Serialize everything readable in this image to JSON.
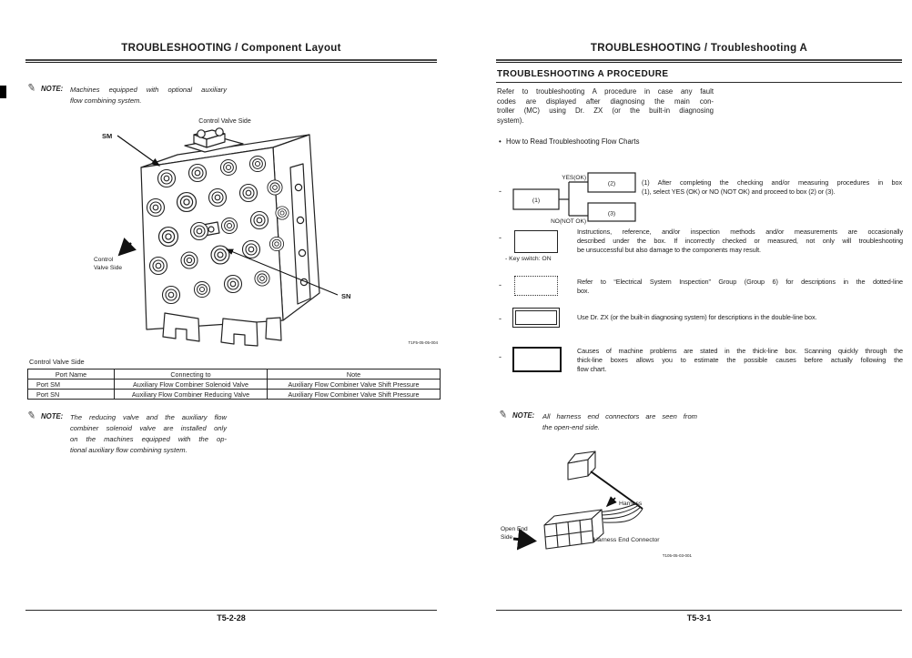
{
  "icons": {
    "note_pencil": "✎",
    "bullet": "•",
    "dash": "-"
  },
  "left_page": {
    "header_title": "TROUBLESHOOTING / Component Layout",
    "note_top": {
      "label": "NOTE:",
      "lines": [
        "Machines equipped with optional auxiliary",
        "flow combining system."
      ]
    },
    "diagram": {
      "top_label": "Control Valve Side",
      "port_sm_label": "SM",
      "side_label_line1": "Control",
      "side_label_line2": "Valve Side",
      "port_sn_label": "SN",
      "figure_code": "T1F5-05-05-004"
    },
    "table": {
      "caption": "Control Valve Side",
      "headers": [
        "Port Name",
        "Connecting to",
        "Note"
      ],
      "rows": [
        [
          "Port SM",
          "Auxiliary Flow Combiner Solenoid Valve",
          "Auxiliary Flow Combiner Valve Shift Pressure"
        ],
        [
          "Port SN",
          "Auxiliary Flow Combiner Reducing Valve",
          "Auxiliary Flow Combiner Valve Shift Pressure"
        ]
      ]
    },
    "note_bottom": {
      "label": "NOTE:",
      "lines": [
        "The reducing valve and the auxiliary flow",
        "combiner solenoid valve are installed only",
        "on the machines equipped with the op-",
        "tional auxiliary flow combining system."
      ]
    },
    "page_number": "T5-2-28"
  },
  "right_page": {
    "header_title": "TROUBLESHOOTING / Troubleshooting A",
    "section_heading": "TROUBLESHOOTING A PROCEDURE",
    "intro_lines": [
      "Refer to troubleshooting A procedure in case any fault",
      "codes are displayed after diagnosing the main con-",
      "troller (MC) using Dr. ZX (or the built-in diagnosing",
      "system)."
    ],
    "bullet_text": "How to Read Troubleshooting Flow Charts",
    "flowchart": {
      "yes_label": "YES(OK)",
      "no_label": "NO(NOT OK)",
      "box1": "(1)",
      "box2": "(2)",
      "box3": "(3)"
    },
    "flow_rows": [
      {
        "lines": [
          "(1) After completing the checking and/or measuring procedures in box",
          "(1), select YES (OK) or NO (NOT OK) and proceed to box (2) or (3)."
        ]
      },
      {
        "caption": "- Key switch: ON",
        "lines": [
          "Instructions, reference, and/or inspection methods and/or measurements are occasionally",
          "described under the box. If incorrectly checked or measured, not only will troubleshooting",
          "be unsuccessful but also damage to the components may result."
        ]
      },
      {
        "lines": [
          "Refer to “Electrical System Inspection” Group (Group 6) for descriptions in the dotted-line",
          "box."
        ]
      },
      {
        "lines": [
          "Use Dr. ZX (or the built-in diagnosing system) for descriptions in the double-line box."
        ]
      },
      {
        "lines": [
          "Causes of machine problems are stated in the thick-line box. Scanning quickly through the",
          "thick-line boxes allows you to estimate the possible causes before actually following the",
          "flow chart."
        ]
      }
    ],
    "note": {
      "label": "NOTE:",
      "lines": [
        "All harness end connectors are seen from",
        "the open-end side."
      ]
    },
    "harness_diagram": {
      "harness_label": "Harness",
      "open_end_line1": "Open End",
      "open_end_line2": "Side",
      "connector_label": "Harness End Connector",
      "figure_code": "T105-05-03-001"
    },
    "page_number": "T5-3-1"
  }
}
